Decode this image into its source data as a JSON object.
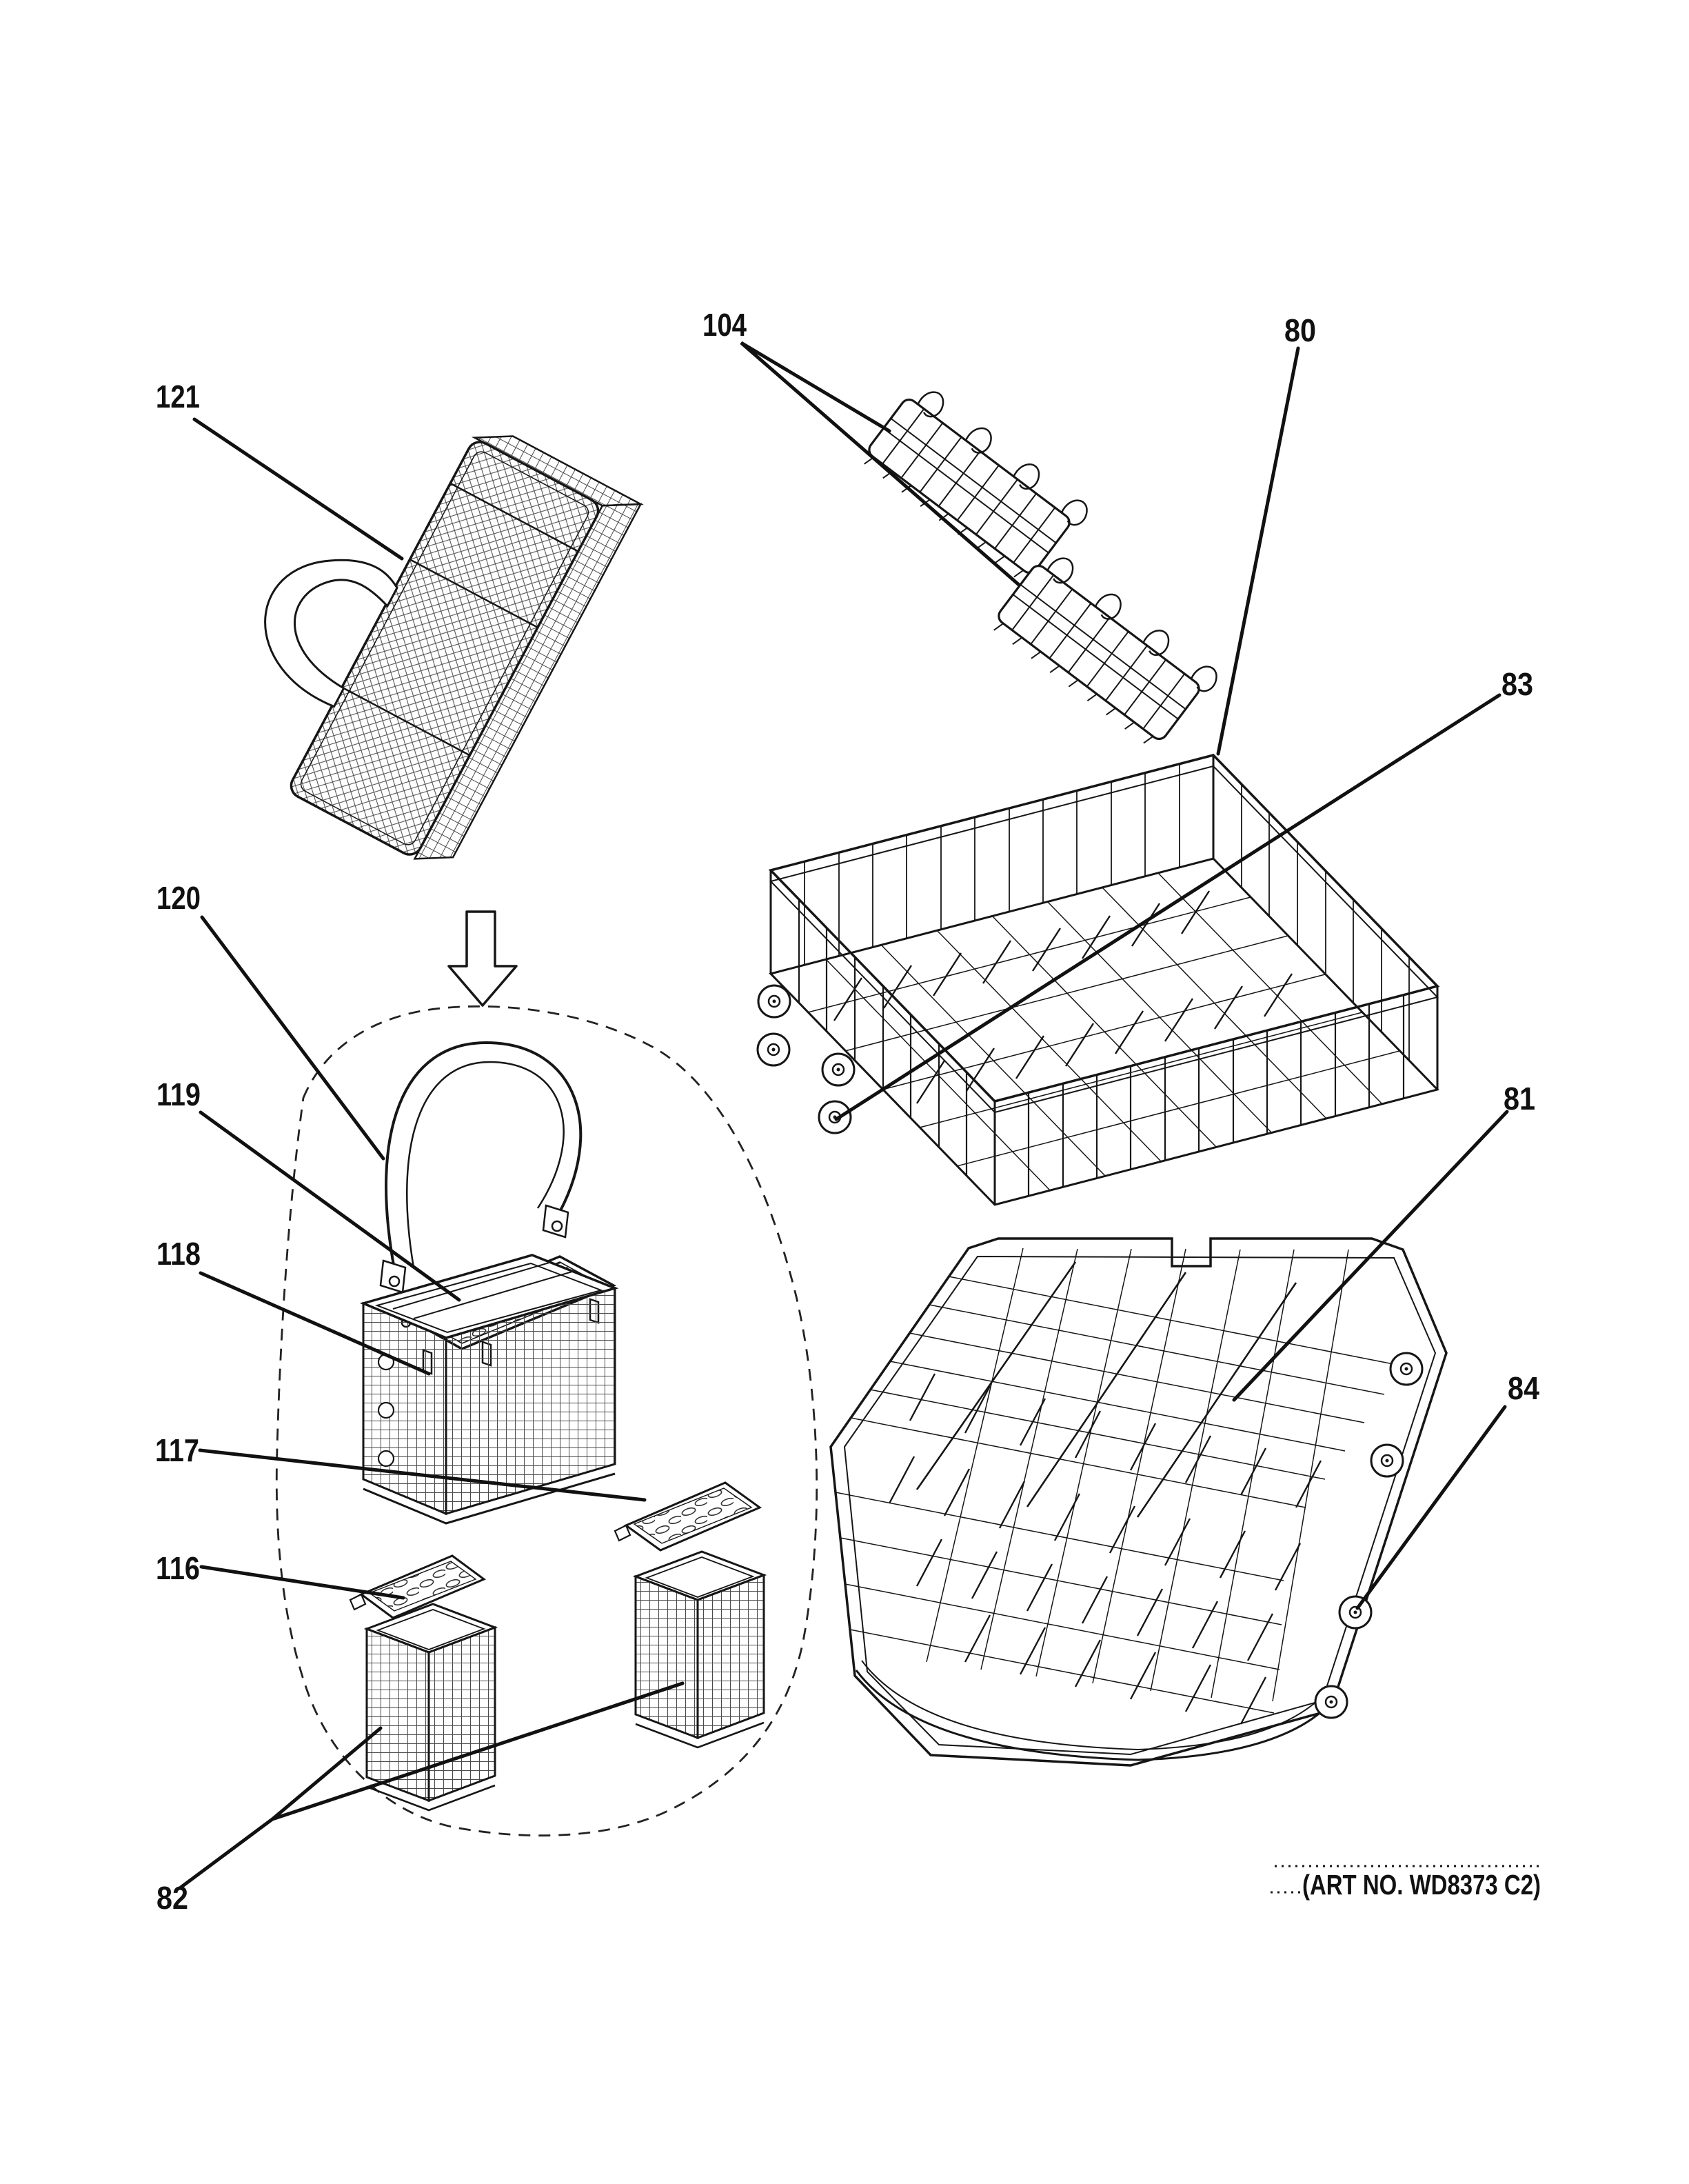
{
  "figure": {
    "art_label": "(ART NO. WD8373 C2)",
    "type": "exploded-parts-diagram",
    "line_color": "#161616",
    "background_color": "#ffffff"
  },
  "callouts": [
    {
      "id": "121",
      "label": "121"
    },
    {
      "id": "104",
      "label": "104"
    },
    {
      "id": "80",
      "label": "80"
    },
    {
      "id": "83",
      "label": "83"
    },
    {
      "id": "120",
      "label": "120"
    },
    {
      "id": "119",
      "label": "119"
    },
    {
      "id": "118",
      "label": "118"
    },
    {
      "id": "117",
      "label": "117"
    },
    {
      "id": "116",
      "label": "116"
    },
    {
      "id": "82",
      "label": "82"
    },
    {
      "id": "81",
      "label": "81"
    },
    {
      "id": "84",
      "label": "84"
    }
  ],
  "icons": {
    "flow_arrow": "down-arrow"
  }
}
